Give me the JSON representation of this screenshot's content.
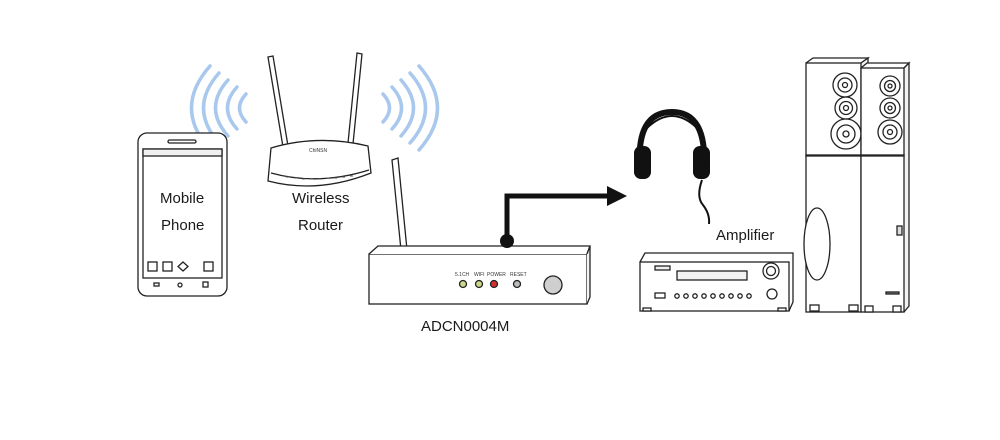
{
  "labels": {
    "phone_line1": "Mobile",
    "phone_line2": "Phone",
    "router_line1": "Wireless",
    "router_line2": "Router",
    "device": "ADCN0004M",
    "amplifier": "Amplifier"
  },
  "device_panel": {
    "ch": "5.1CH",
    "wifi": "WIFI",
    "power": "POWER",
    "reset": "RESET"
  },
  "router_brand": "ChiNSN",
  "colors": {
    "wifi_waves": "#a9c8ee",
    "line": "#111111",
    "led_green": "#c9d98a",
    "led_red": "#d23030"
  }
}
